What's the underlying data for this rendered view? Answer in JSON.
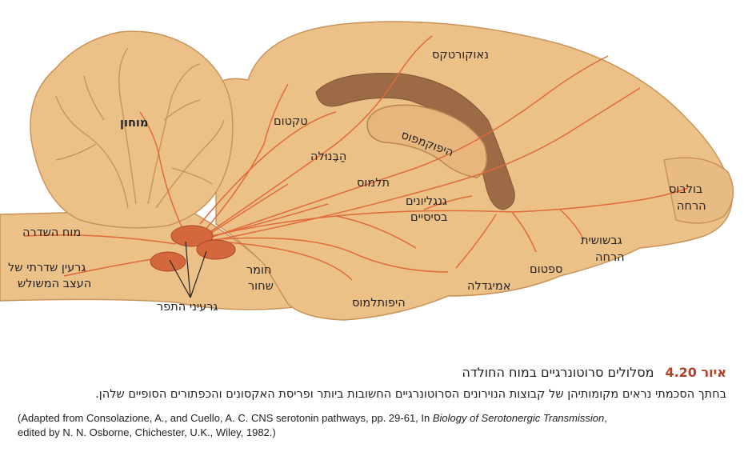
{
  "labels": {
    "neocortex": "נאוקורטקס",
    "cerebellum": "מוחון",
    "tectum": "טקטום",
    "habenula": "הַבֶּנוּלה",
    "hippocampus": "היפוקמפוס",
    "thalamus": "תלמוס",
    "basal_ganglia_1": "גנגליונים",
    "basal_ganglia_2": "בסיסיים",
    "olfactory_bulb_1": "בולבוס",
    "olfactory_bulb_2": "הרחה",
    "olfactory_tubercle_1": "גבשושית",
    "olfactory_tubercle_2": "הרחה",
    "septum": "ספטום",
    "amygdala": "אמיגדלה",
    "hypothalamus": "היפותלמוס",
    "substantia_nigra_1": "חומר",
    "substantia_nigra_2": "שחור",
    "raphe_nuclei": "גרעיני התפר",
    "medulla": "מוח השדרה",
    "trigeminal_1": "גרעין שדרתי של",
    "trigeminal_2": "העצב המשולש"
  },
  "caption": {
    "figure_number": "איור 4.20",
    "title": "מסלולים סרוטונרגיים במוח החולדה",
    "body": "בחתך הסכמתי נראים מקומותיהן של קבוצות הנוירונים הסרוטונרגיים החשובות ביותר ופריסת האקסונים והכפתורים הסופיים שלהן.",
    "ref_prefix": "(Adapted from Consolazione, A., and Cuello, A. C. CNS serotonin pathways, pp. 29-61, In ",
    "ref_book": "Biology of Serotonergic Transmission",
    "ref_suffix": ",",
    "ref_line2": "edited by N. N. Osborne, Chichester, U.K., Wiley, 1982.)"
  },
  "colors": {
    "brain_fill": "#ecc188",
    "brain_outline": "#c8935a",
    "dark_region": "#9c6a45",
    "pathway": "#e06a3a",
    "raphe": "#d4683c",
    "accent": "#b0402a"
  }
}
